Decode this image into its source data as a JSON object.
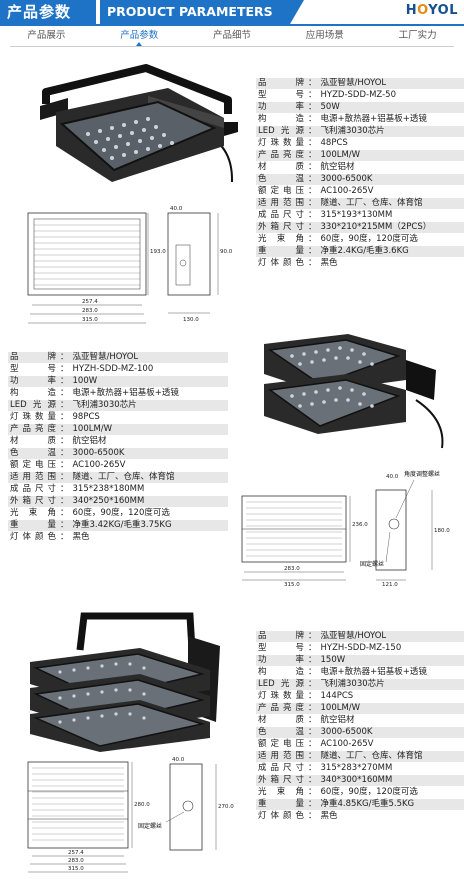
{
  "header": {
    "title_cn": "产品参数",
    "title_en": "PRODUCT PARAMETERS",
    "logo_a": "H",
    "logo_o": "O",
    "logo_b": "YOL"
  },
  "nav": {
    "tabs": [
      "产品展示",
      "产品参数",
      "产品细节",
      "应用场景",
      "工厂实力"
    ],
    "active_index": 1
  },
  "products": [
    {
      "specs": [
        {
          "k": "品    牌",
          "v": "泓亚智慧/HOYOL"
        },
        {
          "k": "型    号",
          "v": "HYZD-SDD-MZ-50"
        },
        {
          "k": "功    率",
          "v": "50W"
        },
        {
          "k": "构    造",
          "v": "电源+散热器+铝基板+透镜"
        },
        {
          "k": "LED光源",
          "v": "飞利浦3030芯片"
        },
        {
          "k": "灯珠数量",
          "v": "48PCS"
        },
        {
          "k": "产品亮度",
          "v": "100LM/W"
        },
        {
          "k": "材    质",
          "v": "航空铝材"
        },
        {
          "k": "色    温",
          "v": "3000-6500K"
        },
        {
          "k": "额定电压",
          "v": "AC100-265V"
        },
        {
          "k": "适用范围",
          "v": "隧道、工厂、仓库、体育馆"
        },
        {
          "k": "成品尺寸",
          "v": "315*193*130MM"
        },
        {
          "k": "外箱尺寸",
          "v": "330*210*215MM（2PCS）"
        },
        {
          "k": "光 束 角",
          "v": "60度，90度，120度可选"
        },
        {
          "k": "重    量",
          "v": "净重2.4KG/毛重3.6KG"
        },
        {
          "k": "灯体颜色",
          "v": "黑色"
        }
      ],
      "dims": {
        "a": "40.0",
        "b": "193.0",
        "c": "90.0",
        "d": "257.4",
        "e": "283.0",
        "f": "315.0",
        "g": "130.0"
      }
    },
    {
      "specs": [
        {
          "k": "品    牌",
          "v": "泓亚智慧/HOYOL"
        },
        {
          "k": "型    号",
          "v": "HYZH-SDD-MZ-100"
        },
        {
          "k": "功    率",
          "v": "100W"
        },
        {
          "k": "构    造",
          "v": "电源+散热器+铝基板+透镜"
        },
        {
          "k": "LED光源",
          "v": "飞利浦3030芯片"
        },
        {
          "k": "灯珠数量",
          "v": "98PCS"
        },
        {
          "k": "产品亮度",
          "v": "100LM/W"
        },
        {
          "k": "材    质",
          "v": "航空铝材"
        },
        {
          "k": "色    温",
          "v": "3000-6500K"
        },
        {
          "k": "额定电压",
          "v": "AC100-265V"
        },
        {
          "k": "适用范围",
          "v": "隧道、工厂、仓库、体育馆"
        },
        {
          "k": "成品尺寸",
          "v": "315*238*180MM"
        },
        {
          "k": "外箱尺寸",
          "v": "340*250*160MM"
        },
        {
          "k": "光 束 角",
          "v": "60度，90度，120度可选"
        },
        {
          "k": "重    量",
          "v": "净重3.42KG/毛重3.75KG"
        },
        {
          "k": "灯体颜色",
          "v": "黑色"
        }
      ],
      "dims": {
        "a": "40.0",
        "b": "236.0",
        "c": "180.0",
        "d": "283.0",
        "e": "315.0",
        "f": "121.0"
      },
      "labels": {
        "angle": "角度调整螺丝",
        "fix": "固定螺丝"
      }
    },
    {
      "specs": [
        {
          "k": "品    牌",
          "v": "泓亚智慧/HOYOL"
        },
        {
          "k": "型    号",
          "v": "HYZH-SDD-MZ-150"
        },
        {
          "k": "功    率",
          "v": "150W"
        },
        {
          "k": "构    造",
          "v": "电源+散热器+铝基板+透镜"
        },
        {
          "k": "LED光源",
          "v": "飞利浦3030芯片"
        },
        {
          "k": "灯珠数量",
          "v": "144PCS"
        },
        {
          "k": "产品亮度",
          "v": "100LM/W"
        },
        {
          "k": "材    质",
          "v": "航空铝材"
        },
        {
          "k": "色    温",
          "v": "3000-6500K"
        },
        {
          "k": "额定电压",
          "v": "AC100-265V"
        },
        {
          "k": "适用范围",
          "v": "隧道、工厂、仓库、体育馆"
        },
        {
          "k": "成品尺寸",
          "v": "315*283*270MM"
        },
        {
          "k": "外箱尺寸",
          "v": "340*300*160MM"
        },
        {
          "k": "光 束 角",
          "v": "60度，90度，120度可选"
        },
        {
          "k": "重    量",
          "v": "净重4.85KG/毛重5.5KG"
        },
        {
          "k": "灯体颜色",
          "v": "黑色"
        }
      ],
      "dims": {
        "a": "40.0",
        "b": "280.0",
        "c": "270.0",
        "d": "257.4",
        "e": "283.0",
        "f": "315.0"
      },
      "labels": {
        "fix": "固定螺丝"
      }
    }
  ]
}
